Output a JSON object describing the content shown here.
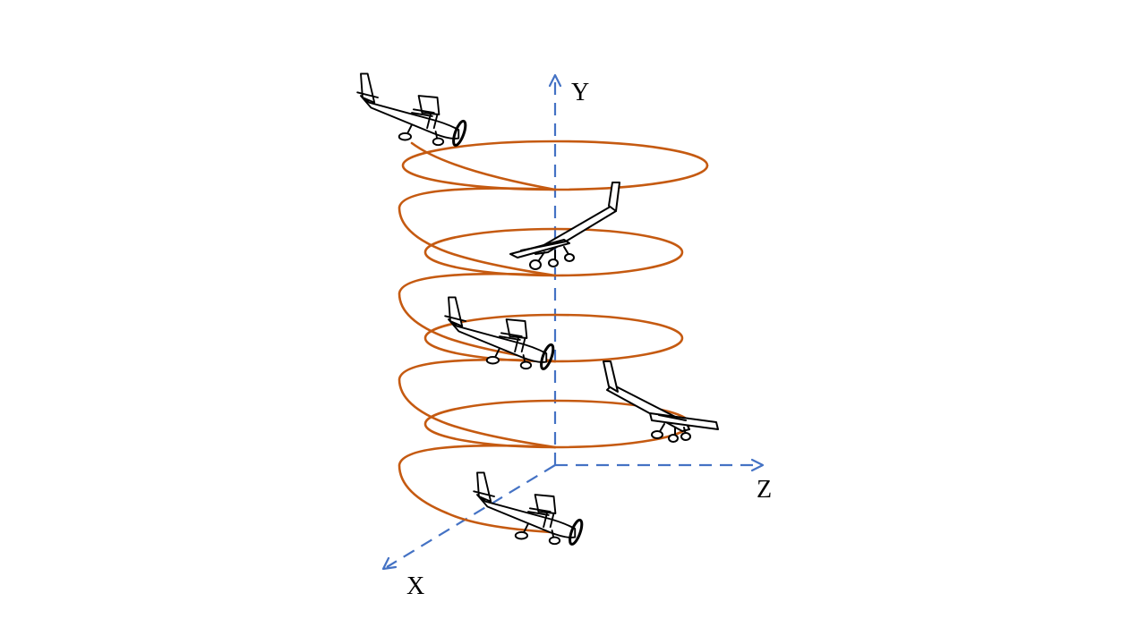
{
  "axes": {
    "x_label": "X",
    "y_label": "Y",
    "z_label": "Z"
  },
  "colors": {
    "axis": "#4472C4",
    "helix": "#C55A11",
    "airplane": "#000000"
  },
  "helix_turns": 4,
  "airplane_count": 5,
  "icons": [
    "airplane-icon"
  ]
}
